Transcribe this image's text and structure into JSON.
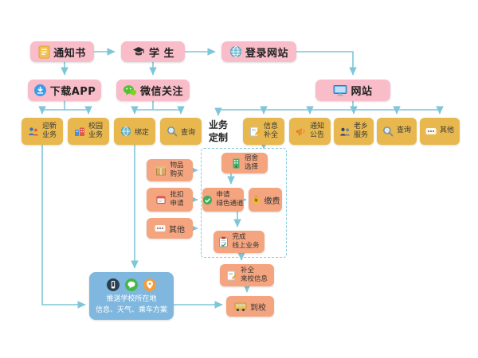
{
  "colors": {
    "pink": "#F9BCC9",
    "gold": "#E8B84E",
    "orange": "#F4A57F",
    "blue": "#7FB7DF",
    "arrow": "#7FC6D9"
  },
  "top": {
    "notice": "通知书",
    "student": "学 生",
    "login": "登录网站"
  },
  "channels": {
    "app": "下载APP",
    "wechat": "微信关注",
    "site": "网站"
  },
  "app_items": [
    {
      "l1": "迎新",
      "l2": "业务"
    },
    {
      "l1": "校园",
      "l2": "业务"
    }
  ],
  "wechat_items": [
    {
      "l1": "绑定"
    },
    {
      "l1": "查询"
    }
  ],
  "site_custom": {
    "l1": "业务",
    "l2": "定制"
  },
  "site_items": [
    {
      "l1": "信息",
      "l2": "补全"
    },
    {
      "l1": "通知",
      "l2": "公告"
    },
    {
      "l1": "老乡",
      "l2": "服务"
    },
    {
      "l1": "查询",
      "l2": ""
    },
    {
      "l1": "其他",
      "l2": ""
    }
  ],
  "side_items": [
    {
      "l1": "物品",
      "l2": "购买"
    },
    {
      "l1": "批扣",
      "l2": "申请"
    },
    {
      "l1": "其他",
      "l2": ""
    }
  ],
  "online": {
    "dorm": {
      "l1": "宿舍",
      "l2": "选择"
    },
    "green": {
      "l1": "申请",
      "l2": "绿色通道"
    },
    "pay": "缴费",
    "finish": {
      "l1": "完成",
      "l2": "线上业务"
    }
  },
  "arrival": {
    "fill": {
      "l1": "补全",
      "l2": "来校信息"
    },
    "school": "到校"
  },
  "push": {
    "l1": "推送学校所在地",
    "l2": "信息、天气、乘车方案"
  }
}
